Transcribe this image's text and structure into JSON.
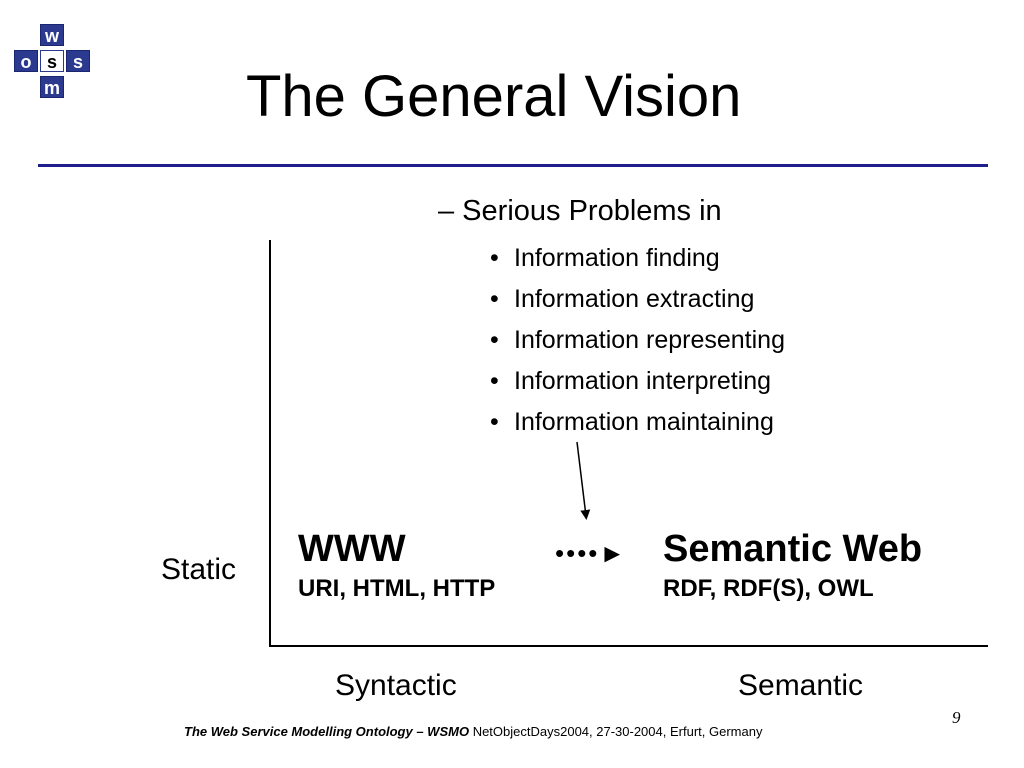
{
  "logo": {
    "top_letter": "w",
    "left_letter": "o",
    "center_letter": "s",
    "right_letter": "s",
    "bottom_letter": "m",
    "color": "#2b3a8f"
  },
  "title": "The General Vision",
  "problems": {
    "heading": "– Serious Problems in",
    "bullet_glyph": "•",
    "items": [
      "Information finding",
      "Information extracting",
      "Information representing",
      "Information interpreting",
      "Information maintaining"
    ]
  },
  "diagram": {
    "y_axis_label": "Static",
    "www": {
      "title": "WWW",
      "subtitle": "URI, HTML, HTTP"
    },
    "arrow": "••••►",
    "semantic_web": {
      "title": "Semantic Web",
      "subtitle": "RDF, RDF(S), OWL"
    },
    "x_left_label": "Syntactic",
    "x_right_label": "Semantic"
  },
  "page_number": "9",
  "footer": {
    "bold_part": "The Web Service Modelling Ontology – WSMO",
    "regular_part": " NetObjectDays2004, 27-30-2004, Erfurt, Germany"
  },
  "colors": {
    "rule": "#1e1e8c",
    "text": "#000000"
  }
}
